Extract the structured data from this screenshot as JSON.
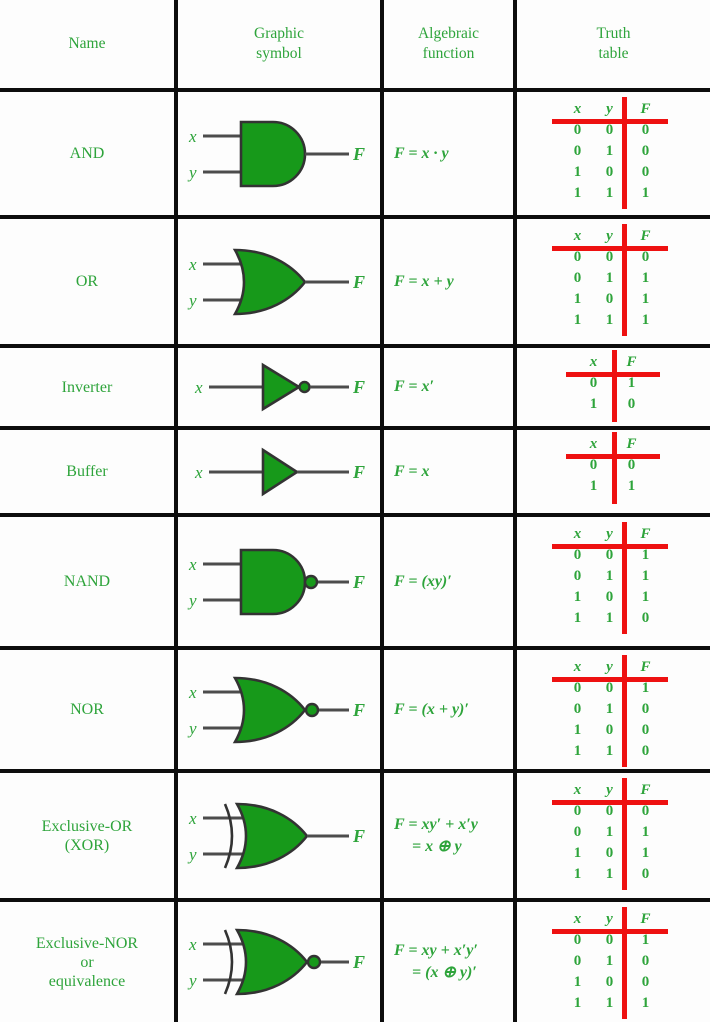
{
  "title": "Digital logic gates reference table",
  "colors": {
    "text_green": "#2EA43B",
    "gate_green": "#17991A",
    "truth_table_red": "#EE1111",
    "border_black": "#0D0D0D",
    "wire_gray": "#4C4C4C"
  },
  "header": {
    "col1": "Name",
    "col2_line1": "Graphic",
    "col2_line2": "symbol",
    "col3_line1": "Algebraic",
    "col3_line2": "function",
    "col4_line1": "Truth",
    "col4_line2": "table"
  },
  "gates": [
    {
      "name_line1": "AND",
      "inputs": [
        "x",
        "y"
      ],
      "output": "F",
      "func_line1": "F = x · y",
      "truth": {
        "headers": [
          "x",
          "y",
          "F"
        ],
        "rows": [
          [
            "0",
            "0",
            "0"
          ],
          [
            "0",
            "1",
            "0"
          ],
          [
            "1",
            "0",
            "0"
          ],
          [
            "1",
            "1",
            "1"
          ]
        ]
      }
    },
    {
      "name_line1": "OR",
      "inputs": [
        "x",
        "y"
      ],
      "output": "F",
      "func_line1": "F = x + y",
      "truth": {
        "headers": [
          "x",
          "y",
          "F"
        ],
        "rows": [
          [
            "0",
            "0",
            "0"
          ],
          [
            "0",
            "1",
            "1"
          ],
          [
            "1",
            "0",
            "1"
          ],
          [
            "1",
            "1",
            "1"
          ]
        ]
      }
    },
    {
      "name_line1": "Inverter",
      "inputs": [
        "x"
      ],
      "output": "F",
      "func_line1": "F = x′",
      "truth": {
        "headers": [
          "x",
          "F"
        ],
        "rows": [
          [
            "0",
            "1"
          ],
          [
            "1",
            "0"
          ]
        ]
      }
    },
    {
      "name_line1": "Buffer",
      "inputs": [
        "x"
      ],
      "output": "F",
      "func_line1": "F = x",
      "truth": {
        "headers": [
          "x",
          "F"
        ],
        "rows": [
          [
            "0",
            "0"
          ],
          [
            "1",
            "1"
          ]
        ]
      }
    },
    {
      "name_line1": "NAND",
      "inputs": [
        "x",
        "y"
      ],
      "output": "F",
      "func_line1": "F = (xy)′",
      "truth": {
        "headers": [
          "x",
          "y",
          "F"
        ],
        "rows": [
          [
            "0",
            "0",
            "1"
          ],
          [
            "0",
            "1",
            "1"
          ],
          [
            "1",
            "0",
            "1"
          ],
          [
            "1",
            "1",
            "0"
          ]
        ]
      }
    },
    {
      "name_line1": "NOR",
      "inputs": [
        "x",
        "y"
      ],
      "output": "F",
      "func_line1": "F = (x + y)′",
      "truth": {
        "headers": [
          "x",
          "y",
          "F"
        ],
        "rows": [
          [
            "0",
            "0",
            "1"
          ],
          [
            "0",
            "1",
            "0"
          ],
          [
            "1",
            "0",
            "0"
          ],
          [
            "1",
            "1",
            "0"
          ]
        ]
      }
    },
    {
      "name_line1": "Exclusive-OR",
      "name_line2": "(XOR)",
      "inputs": [
        "x",
        "y"
      ],
      "output": "F",
      "func_line1": "F = xy′ + x′y",
      "func_line2": "= x ⊕ y",
      "truth": {
        "headers": [
          "x",
          "y",
          "F"
        ],
        "rows": [
          [
            "0",
            "0",
            "0"
          ],
          [
            "0",
            "1",
            "1"
          ],
          [
            "1",
            "0",
            "1"
          ],
          [
            "1",
            "1",
            "0"
          ]
        ]
      }
    },
    {
      "name_line1": "Exclusive-NOR",
      "name_line2": "or",
      "name_line3": "equivalence",
      "inputs": [
        "x",
        "y"
      ],
      "output": "F",
      "func_line1": "F = xy + x′y′",
      "func_line2": "= (x ⊕ y)′",
      "truth": {
        "headers": [
          "x",
          "y",
          "F"
        ],
        "rows": [
          [
            "0",
            "0",
            "1"
          ],
          [
            "0",
            "1",
            "0"
          ],
          [
            "1",
            "0",
            "0"
          ],
          [
            "1",
            "1",
            "1"
          ]
        ]
      }
    }
  ]
}
